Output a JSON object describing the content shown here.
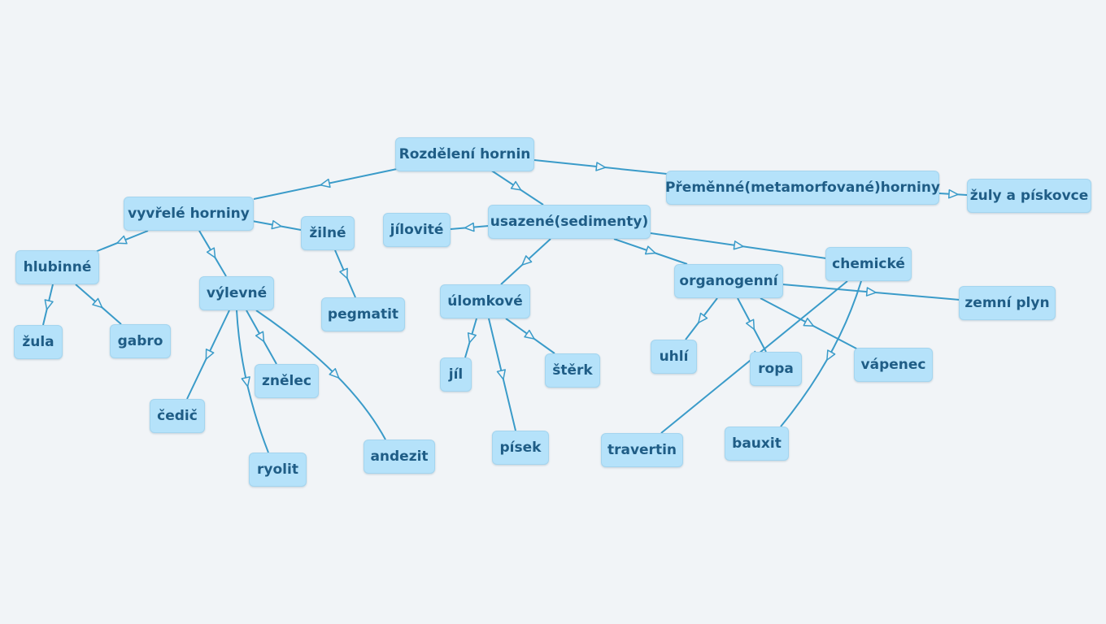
{
  "mindmap": {
    "root": "Rozdělení hornin",
    "nodes": {
      "root": "Rozdělení hornin",
      "vyvrele": "vyvřelé horniny",
      "usazene": "usazené(sedimenty)",
      "premenene": "Přeměnné(metamorfované)horniny",
      "zuly_piskovce": "žuly a pískovce",
      "hlubinne": "hlubinné",
      "vylevne": "výlevné",
      "zilne": "žilné",
      "zula": "žula",
      "gabro": "gabro",
      "cedic": "čedič",
      "ryolit": "ryolit",
      "znelec": "znělec",
      "andezit": "andezit",
      "pegmatit": "pegmatit",
      "jilovite": "jílovité",
      "ulomkove": "úlomkové",
      "jil": "jíl",
      "pisek": "písek",
      "sterk": "štěrk",
      "organogenni": "organogenní",
      "chemicke": "chemické",
      "zemni_plyn": "zemní plyn",
      "uhli": "uhlí",
      "ropa": "ropa",
      "vapenec": "vápenec",
      "travertin": "travertin",
      "bauxit": "bauxit"
    },
    "edges": [
      [
        "root",
        "vyvrele"
      ],
      [
        "root",
        "usazene"
      ],
      [
        "root",
        "premenene"
      ],
      [
        "premenene",
        "zuly_piskovce"
      ],
      [
        "vyvrele",
        "hlubinne"
      ],
      [
        "vyvrele",
        "vylevne"
      ],
      [
        "vyvrele",
        "zilne"
      ],
      [
        "hlubinne",
        "zula"
      ],
      [
        "hlubinne",
        "gabro"
      ],
      [
        "vylevne",
        "cedic"
      ],
      [
        "vylevne",
        "ryolit"
      ],
      [
        "vylevne",
        "znelec"
      ],
      [
        "vylevne",
        "andezit"
      ],
      [
        "zilne",
        "pegmatit"
      ],
      [
        "usazene",
        "jilovite"
      ],
      [
        "usazene",
        "ulomkove"
      ],
      [
        "usazene",
        "organogenni"
      ],
      [
        "usazene",
        "chemicke"
      ],
      [
        "ulomkove",
        "jil"
      ],
      [
        "ulomkove",
        "pisek"
      ],
      [
        "ulomkove",
        "sterk"
      ],
      [
        "organogenni",
        "uhli"
      ],
      [
        "organogenni",
        "ropa"
      ],
      [
        "organogenni",
        "vapenec"
      ],
      [
        "organogenni",
        "zemni_plyn"
      ],
      [
        "chemicke",
        "travertin"
      ],
      [
        "chemicke",
        "bauxit"
      ]
    ]
  },
  "colors": {
    "background": "#f1f4f7",
    "node_fill": "#b5e2fa",
    "node_text": "#1f5d86",
    "connector": "#3a9bc9"
  }
}
